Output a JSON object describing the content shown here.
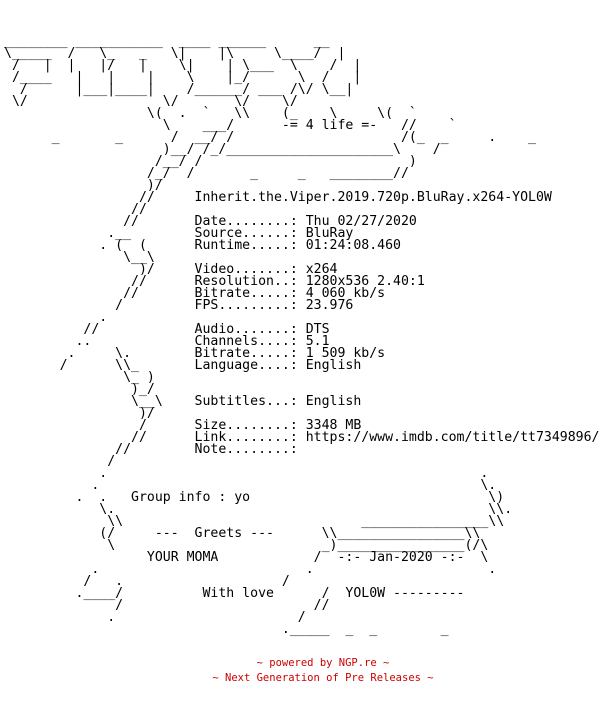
{
  "nfo": {
    "lines": [
      "________ ___________  ____ ______      __",
      "\\_____  /   \\_   _   \\|    |\\     \\____/  |",
      " /   |  |   |/   |    \\|    | \\___  \\    /  |",
      " /____   |   |    |    \\    |_/      \\  /   |",
      "  /      |___|____|    /______/ ___ /\\/ \\__|",
      " \\/                 \\/       \\/    \\/    ",
      "                  \\(  .  `   \\\\    (_    \\     \\(  `",
      "                    \\    ___/      -= 4 life =-   //    `",
      "      _       _      /  __/ /                     /(_  _     .    _",
      "                    )__/ /_/_____________________\\    /",
      "                   /__/ /                          )",
      "                  /_/  /       _     _   ________//",
      "                  )/",
      "                 //     Inherit.the.Viper.2019.720p.BluRay.x264-YOL0W",
      "                //",
      "               //       Date........: Thu 02/27/2020",
      "             .__        Source......: BluRay",
      "            . (  (      Runtime.....: 01:24:08.460",
      "               \\__\\",
      "                 )/     Video.......: x264",
      "                //      Resolution..: 1280x536 2.40:1",
      "               //       Bitrate.....: 4 060 kb/s",
      "              /         FPS.........: 23.976",
      "            .",
      "          //            Audio.......: DTS",
      "         ..             Channels....: 5.1",
      "        .     \\.        Bitrate.....: 1 509 kb/s",
      "       /      \\\\_       Language....: English",
      "               \\_ )",
      "                )_/",
      "                \\__\\    Subtitles...: English",
      "                 )/",
      "                 /      Size........: 3348 MB",
      "                //      Link........: https://www.imdb.com/title/tt7349896/",
      "              //        Note........:",
      "             /",
      "            .                                               .",
      "           .                                                \\.",
      "         .  .   Group info : yo                              \\)",
      "            \\.                                               \\\\.",
      "             \\\\                              ________________\\\\",
      "            (/     ---  Greets ---      \\\\________________\\\\",
      "             \\                          _)________________(/\\",
      "                  YOUR MOMA            /  -:- Jan-2020 -:-  \\",
      "           .                          .                      .",
      "          /   .                    /",
      "         .____/          With love      /  YOL0W ---------",
      "              /                        //",
      "             .                       /",
      "                                   ._____  _  _        _"
    ]
  },
  "footer": {
    "line1": "~ powered by NGP.re ~",
    "line2": "~ Next Generation of Pre Releases ~"
  }
}
